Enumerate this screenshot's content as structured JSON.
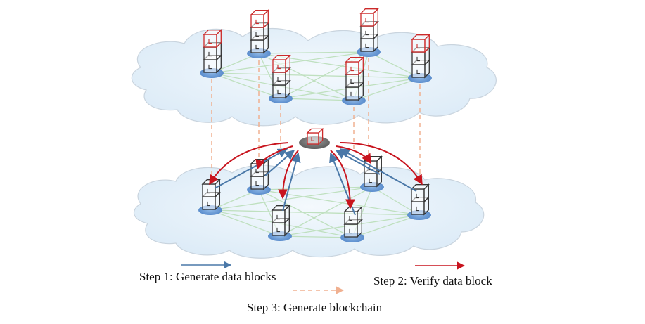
{
  "legend": {
    "step1": "Step 1: Generate data blocks",
    "step2": "Step 2: Verify data block",
    "step3": "Step 3: Generate blockchain"
  },
  "colors": {
    "step1_arrow": "#4a78a8",
    "step2_arrow": "#c8141e",
    "step3_arrow": "#f0b090",
    "mesh_line": "#bfe0bf",
    "cloud_fill": "#e6f1fa",
    "cloud_stroke": "#c9d4de",
    "node_base": "#6f9fd6",
    "block_black": "#333333",
    "block_red": "#cc2a2a",
    "center_disc": "#7a7a7a"
  },
  "icons": {
    "node": "stacked-block-node-icon",
    "center": "central-verifier-disc-icon",
    "cloud": "cloud-network-icon"
  }
}
